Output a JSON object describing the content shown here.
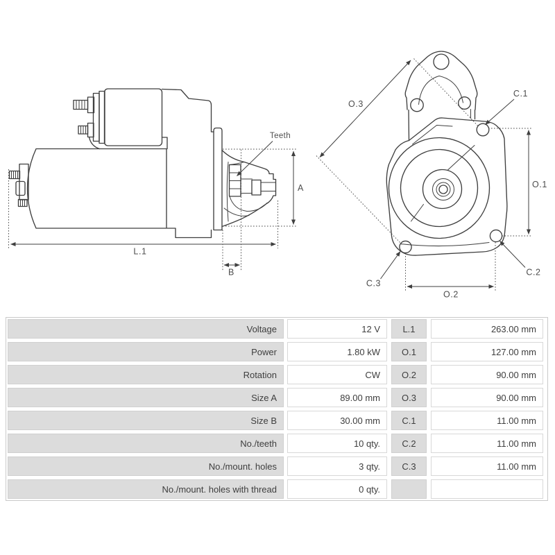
{
  "diagram": {
    "side_view": {
      "teeth_label": "Teeth",
      "dim_a": "A",
      "dim_b": "B",
      "dim_l1": "L.1"
    },
    "front_view": {
      "dim_o1": "O.1",
      "dim_o2": "O.2",
      "dim_o3": "O.3",
      "hole_c1": "C.1",
      "hole_c2": "C.2",
      "hole_c3": "C.3"
    },
    "colors": {
      "line": "#3f3f3f",
      "label_text": "#4d4d4d"
    }
  },
  "table": {
    "colors": {
      "cell_gray": "#dcdcdc",
      "cell_white": "#ffffff",
      "border": "#d0d0d0",
      "text": "#3e3e3e"
    },
    "rows": [
      {
        "label": "Voltage",
        "value": "12 V",
        "dim": "L.1",
        "dim_value": "263.00 mm"
      },
      {
        "label": "Power",
        "value": "1.80 kW",
        "dim": "O.1",
        "dim_value": "127.00 mm"
      },
      {
        "label": "Rotation",
        "value": "CW",
        "dim": "O.2",
        "dim_value": "90.00 mm"
      },
      {
        "label": "Size A",
        "value": "89.00 mm",
        "dim": "O.3",
        "dim_value": "90.00 mm"
      },
      {
        "label": "Size B",
        "value": "30.00 mm",
        "dim": "C.1",
        "dim_value": "11.00 mm"
      },
      {
        "label": "No./teeth",
        "value": "10 qty.",
        "dim": "C.2",
        "dim_value": "11.00 mm"
      },
      {
        "label": "No./mount. holes",
        "value": "3 qty.",
        "dim": "C.3",
        "dim_value": "11.00 mm"
      },
      {
        "label": "No./mount. holes with thread",
        "value": "0 qty.",
        "dim": "",
        "dim_value": ""
      }
    ]
  }
}
